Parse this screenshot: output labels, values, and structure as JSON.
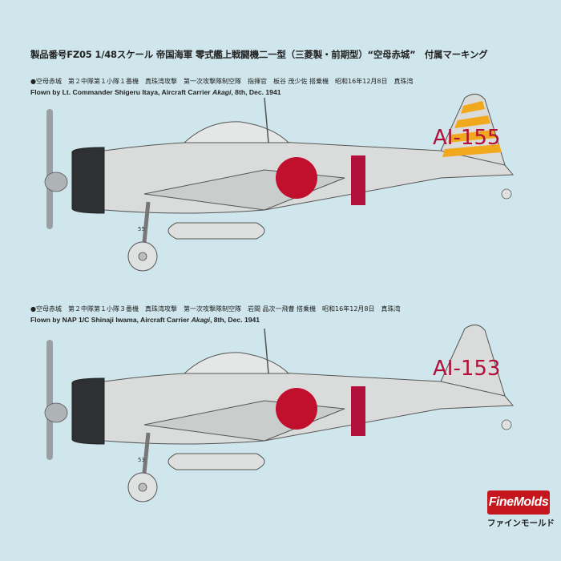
{
  "header": {
    "title": "製品番号FZ05 1/48スケール 帝国海軍 零式艦上戦闘機二一型（三菱製・前期型）“空母赤城”　付属マーキング"
  },
  "aircraft": [
    {
      "caption_jp": "●空母赤城　第２中隊第１小隊１番機　真珠湾攻撃　第一次攻撃隊制空隊　指揮官　板谷 茂少佐 搭乗機　昭和16年12月8日　真珠湾",
      "caption_en_prefix": "Flown by Lt. Commander Shigeru Itaya, Aircraft Carrier ",
      "caption_en_ship": "Akagi",
      "caption_en_suffix": ", 8th, Dec. 1941",
      "tail_code": "AI-155",
      "gear_number": "55",
      "tail_stripes": true
    },
    {
      "caption_jp": "●空母赤城　第２中隊第１小隊３番機　真珠湾攻撃　第一次攻撃隊制空隊　岩間 品次一飛曹 搭乗機　昭和16年12月8日　真珠湾",
      "caption_en_prefix": "Flown by NAP 1/C Shinaji Iwama, Aircraft Carrier ",
      "caption_en_ship": "Akagi",
      "caption_en_suffix": ", 8th, Dec. 1941",
      "tail_code": "AI-153",
      "gear_number": "53",
      "tail_stripes": false
    }
  ],
  "logo": {
    "name": "FineMolds",
    "kana": "ファインモールド"
  },
  "colors": {
    "background": "#cfe6ec",
    "fuselage": "#d9dcda",
    "cowling": "#2f3032",
    "hinomaru": "#c0102e",
    "tail_code": "#b0103a",
    "tail_stripe": "#f2a81d",
    "logo": "#c4161c"
  }
}
